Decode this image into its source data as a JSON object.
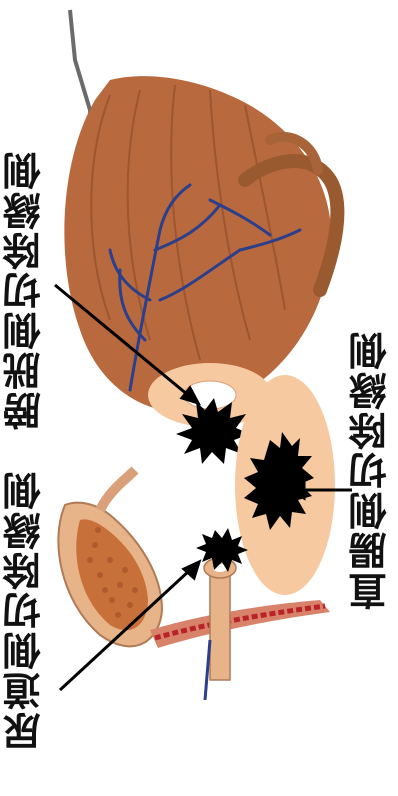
{
  "labels": {
    "bladder_margin": "膀胱側切除縁側",
    "urethra_margin": "尿道側切除縁側",
    "rectum_margin": "直腸側切除縁側"
  },
  "colors": {
    "bladder_wall": "#b86a3e",
    "bladder_shadow": "#8a4a26",
    "vessels": "#2b3f8c",
    "margin_oval": "#f6c9a0",
    "tumor": "#000000",
    "urethra": "#e7b48a",
    "prostate_tissue": "#c8703a",
    "rectal_wall": "#d9826a",
    "blood": "#b8232a"
  }
}
